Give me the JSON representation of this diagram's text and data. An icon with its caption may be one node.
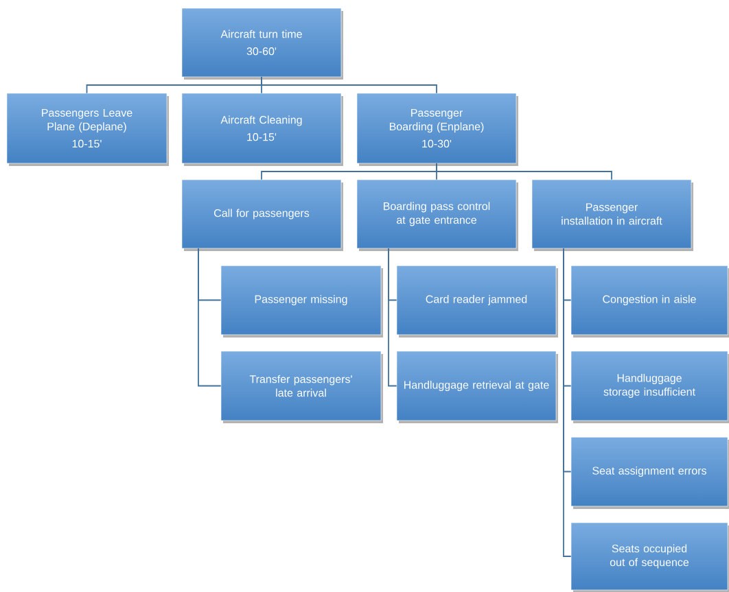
{
  "diagram": {
    "nodes": [
      {
        "text": [
          "Aircraft turn time",
          "30-60'"
        ]
      },
      {
        "text": [
          "Passengers Leave Plane (Deplane)",
          "10-15'"
        ]
      },
      {
        "text": [
          "Aircraft Cleaning",
          "10-15'"
        ]
      },
      {
        "text": [
          "Passenger Boarding (Enplane)",
          "10-30'"
        ]
      },
      {
        "text": [
          "Call for passengers"
        ]
      },
      {
        "text": [
          "Boarding pass control at gate entrance"
        ]
      },
      {
        "text": [
          "Passenger installation in aircraft"
        ]
      },
      {
        "text": [
          "Passenger missing"
        ]
      },
      {
        "text": [
          "Card reader jammed"
        ]
      },
      {
        "text": [
          "Congestion in aisle"
        ]
      },
      {
        "text": [
          "Transfer passengers' late arrival"
        ]
      },
      {
        "text": [
          "Handluggage retrieval at gate"
        ]
      },
      {
        "text": [
          "Handluggage storage insufficient"
        ]
      },
      {
        "text": [
          "Seat assignment errors"
        ]
      },
      {
        "text": [
          "Seats occupied out of sequence"
        ]
      }
    ],
    "edges": [
      {
        "from": 0,
        "to": 1,
        "arrow": "none"
      },
      {
        "from": 0,
        "to": 2,
        "arrow": "none"
      },
      {
        "from": 0,
        "to": 3,
        "arrow": "none"
      },
      {
        "from": 3,
        "to": 4,
        "arrow": "none"
      },
      {
        "from": 3,
        "to": 5,
        "arrow": "none"
      },
      {
        "from": 3,
        "to": 6,
        "arrow": "none"
      },
      {
        "from": 4,
        "to": 7,
        "arrow": "none"
      },
      {
        "from": 4,
        "to": 10,
        "arrow": "none"
      },
      {
        "from": 5,
        "to": 8,
        "arrow": "none"
      },
      {
        "from": 5,
        "to": 11,
        "arrow": "none"
      },
      {
        "from": 6,
        "to": 9,
        "arrow": "none"
      },
      {
        "from": 6,
        "to": 12,
        "arrow": "none"
      },
      {
        "from": 6,
        "to": 13,
        "arrow": "none"
      },
      {
        "from": 6,
        "to": 14,
        "arrow": "none"
      }
    ]
  }
}
